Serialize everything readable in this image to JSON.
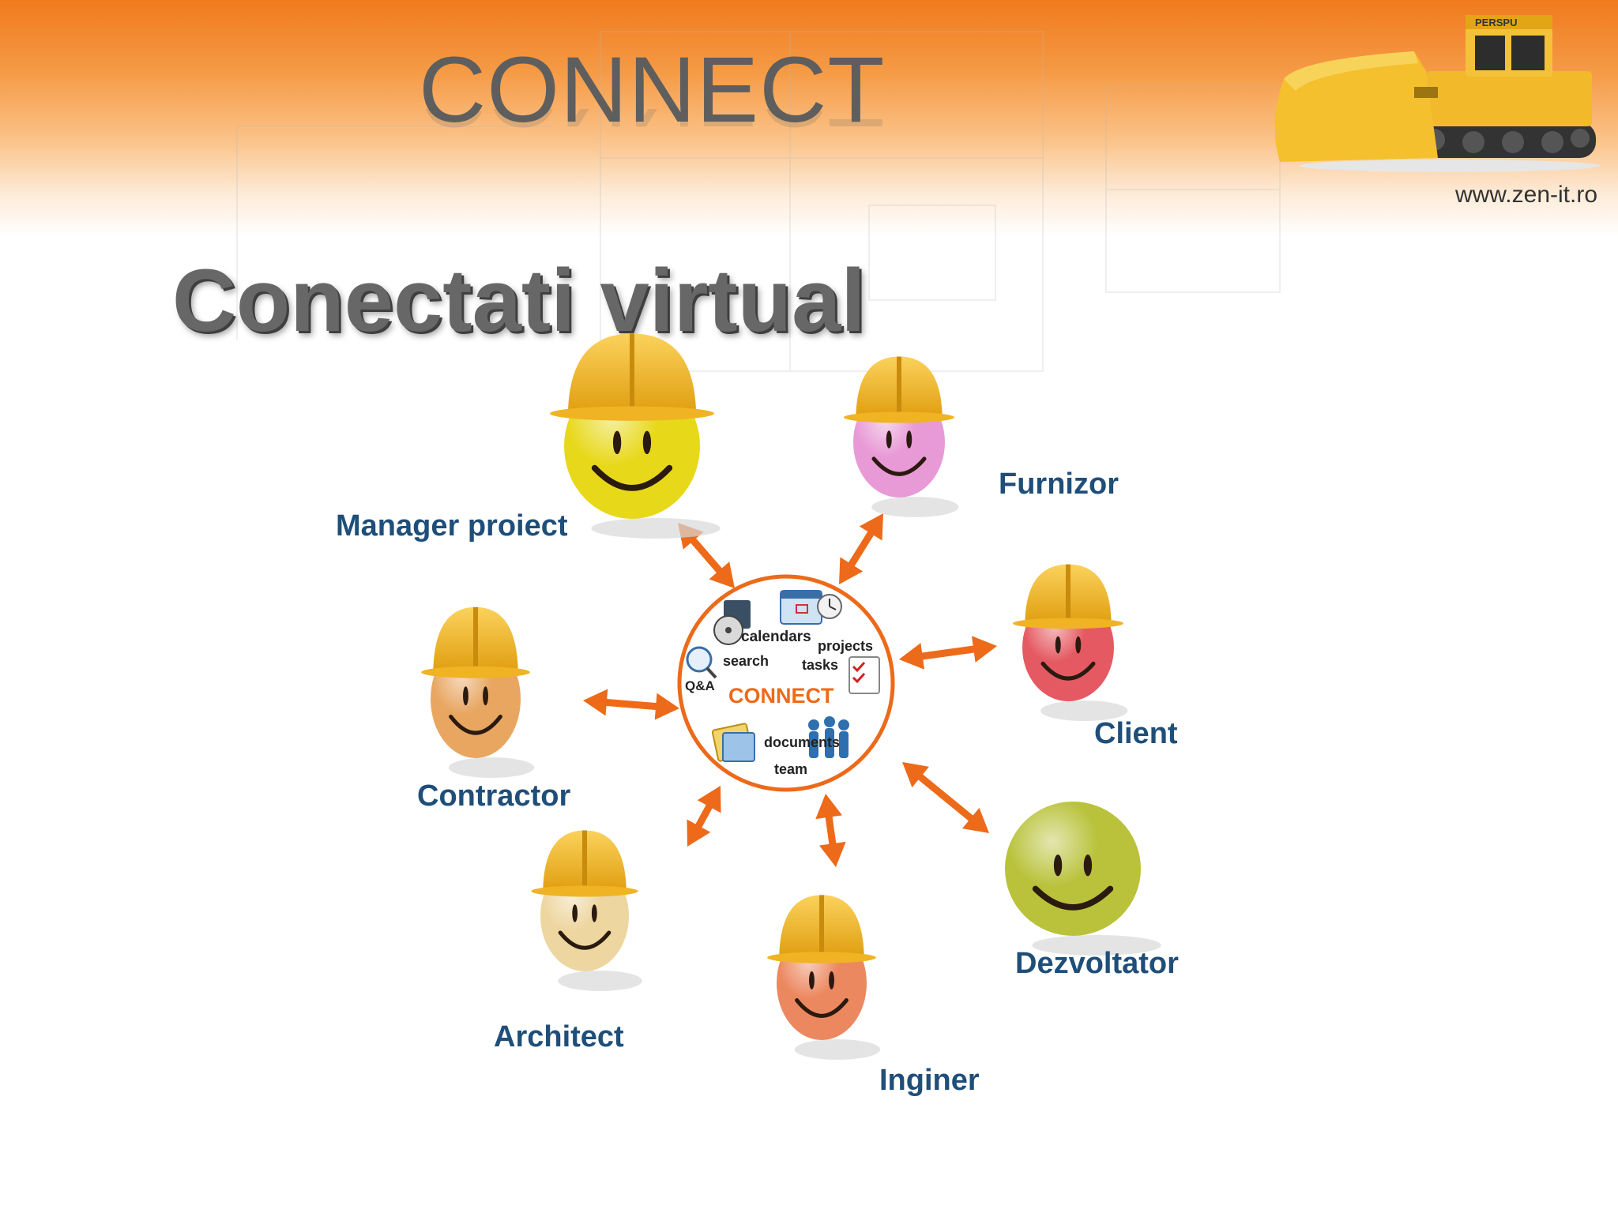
{
  "header": {
    "brand_title": "CONNECT",
    "website": "www.zen-it.ro",
    "bulldozer_text": "PERSPU"
  },
  "slide": {
    "title": "Conectati virtual"
  },
  "hub": {
    "center_label": "CONNECT",
    "features": [
      "calendars",
      "projects",
      "search",
      "tasks",
      "Q&A",
      "documents",
      "team"
    ]
  },
  "roles": [
    {
      "label": "Manager proiect",
      "face_color": "#e8d81a",
      "hat": true
    },
    {
      "label": "Furnizor",
      "face_color": "#e89ad6",
      "hat": true
    },
    {
      "label": "Client",
      "face_color": "#e55a62",
      "hat": true
    },
    {
      "label": "Contractor",
      "face_color": "#e8a661",
      "hat": true
    },
    {
      "label": "Dezvoltator",
      "face_color": "#b9c23a",
      "hat": false
    },
    {
      "label": "Architect",
      "face_color": "#eed6a0",
      "hat": true
    },
    {
      "label": "Inginer",
      "face_color": "#ec8860",
      "hat": true
    }
  ],
  "colors": {
    "accent_orange": "#f07a1e",
    "arrow": "#ec6a1a",
    "label_blue": "#1f4e79",
    "helmet": "#f0b323"
  }
}
